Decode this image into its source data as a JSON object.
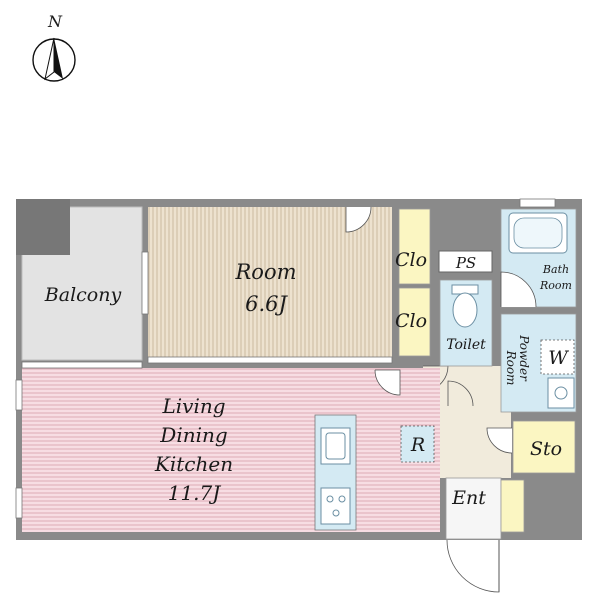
{
  "compass": {
    "label": "N"
  },
  "rooms": {
    "balcony": {
      "label": "Balcony"
    },
    "room": {
      "line1": "Room",
      "line2": "6.6J"
    },
    "clo_upper": {
      "label": "Clo"
    },
    "clo_lower": {
      "label": "Clo"
    },
    "ps": {
      "label": "PS"
    },
    "bath": {
      "line1": "Bath",
      "line2": "Room"
    },
    "toilet": {
      "label": "Toilet"
    },
    "powder": {
      "line1": "Powder",
      "line2": "Room"
    },
    "washer": {
      "label": "W"
    },
    "ldk": {
      "line1": "Living",
      "line2": "Dining",
      "line3": "Kitchen",
      "line4": "11.7J"
    },
    "refrigerator": {
      "label": "R"
    },
    "storage": {
      "label": "Sto"
    },
    "entrance": {
      "label": "Ent"
    }
  },
  "colors": {
    "wall": "#8a8a8a",
    "balcony": "#e3e3e3",
    "room_floor": "#ede2cf",
    "room_stripe": "#c9b69a",
    "ldk_floor": "#f7dde3",
    "ldk_stripe": "#d9a4b0",
    "closet": "#fbf6c2",
    "wet_area": "#d4eaf3",
    "hall": "#f1ebdc"
  }
}
